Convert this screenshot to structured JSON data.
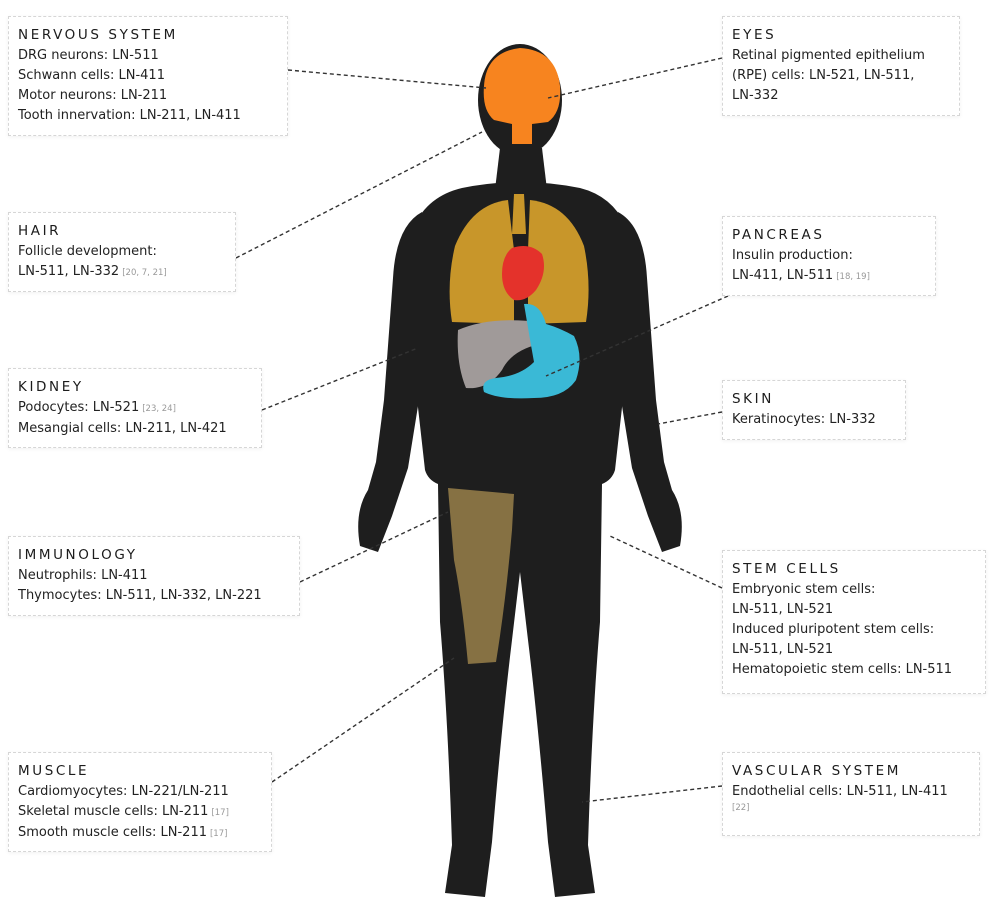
{
  "colors": {
    "body": "#1e1e1e",
    "brain": "#f7841f",
    "lungs": "#c8962a",
    "heart": "#e4322b",
    "liver": "#a09a99",
    "stomach": "#3ab9d6",
    "muscle": "#867143",
    "leader": "#333333"
  },
  "panels": {
    "nervous": {
      "title": "NERVOUS SYSTEM",
      "lines": [
        {
          "text": "DRG neurons: LN-511",
          "ref": ""
        },
        {
          "text": "Schwann cells: LN-411",
          "ref": ""
        },
        {
          "text": "Motor neurons: LN-211",
          "ref": ""
        },
        {
          "text": "Tooth innervation: LN-211, LN-411",
          "ref": ""
        }
      ]
    },
    "hair": {
      "title": "HAIR",
      "lines": [
        {
          "text": "Follicle development:",
          "ref": ""
        },
        {
          "text": "LN-511, LN-332",
          "ref": "[20, 7, 21]"
        }
      ]
    },
    "kidney": {
      "title": "KIDNEY",
      "lines": [
        {
          "text": "Podocytes: LN-521",
          "ref": "[23, 24]"
        },
        {
          "text": "Mesangial cells: LN-211, LN-421",
          "ref": ""
        }
      ]
    },
    "immunology": {
      "title": "IMMUNOLOGY",
      "lines": [
        {
          "text": "Neutrophils: LN-411",
          "ref": ""
        },
        {
          "text": "Thymocytes: LN-511, LN-332, LN-221",
          "ref": ""
        }
      ]
    },
    "muscle": {
      "title": "MUSCLE",
      "lines": [
        {
          "text": "Cardiomyocytes: LN-221/LN-211",
          "ref": ""
        },
        {
          "text": "Skeletal muscle cells: LN-211",
          "ref": "[17]"
        },
        {
          "text": "Smooth muscle cells: LN-211",
          "ref": "[17]"
        }
      ]
    },
    "eyes": {
      "title": "EYES",
      "lines": [
        {
          "text": "Retinal pigmented epithelium",
          "ref": ""
        },
        {
          "text": "(RPE) cells: LN-521, LN-511,",
          "ref": ""
        },
        {
          "text": "LN-332",
          "ref": ""
        }
      ]
    },
    "pancreas": {
      "title": "PANCREAS",
      "lines": [
        {
          "text": "Insulin production:",
          "ref": ""
        },
        {
          "text": "LN-411, LN-511",
          "ref": "[18, 19]"
        }
      ]
    },
    "skin": {
      "title": "SKIN",
      "lines": [
        {
          "text": "Keratinocytes: LN-332",
          "ref": ""
        }
      ]
    },
    "stem": {
      "title": "STEM CELLS",
      "lines": [
        {
          "text": "Embryonic stem cells:",
          "ref": ""
        },
        {
          "text": "LN-511, LN-521",
          "ref": ""
        },
        {
          "text": "Induced pluripotent stem cells:",
          "ref": ""
        },
        {
          "text": "LN-511, LN-521",
          "ref": ""
        },
        {
          "text": "Hematopoietic stem cells: LN-511",
          "ref": ""
        }
      ]
    },
    "vascular": {
      "title": "VASCULAR SYSTEM",
      "lines": [
        {
          "text": "Endothelial cells: LN-511, LN-411",
          "ref": ""
        }
      ],
      "ref_line": "[22]"
    }
  }
}
